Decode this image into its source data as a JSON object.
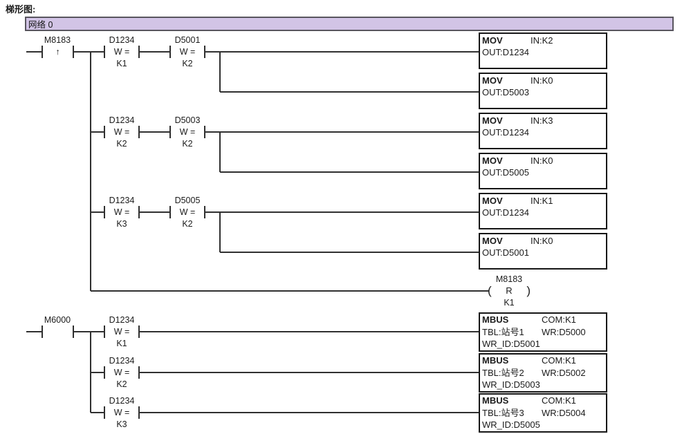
{
  "title": "梯形图:",
  "network": {
    "label": "网络 0"
  },
  "colors": {
    "bar_fill": "#d2c4e6",
    "bar_border": "#58555e",
    "wire": "#2f2f2f"
  },
  "top": {
    "edge": {
      "label": "M8183",
      "symbol": "↑"
    },
    "rows": [
      {
        "c1": {
          "label": "D1234",
          "op": "W =",
          "val": "K1"
        },
        "c2": {
          "label": "D5001",
          "op": "W =",
          "val": "K2"
        },
        "b1": {
          "name": "MOV",
          "arg": "IN:K2",
          "out": "OUT:D1234"
        },
        "b2": {
          "name": "MOV",
          "arg": "IN:K0",
          "out": "OUT:D5003"
        }
      },
      {
        "c1": {
          "label": "D1234",
          "op": "W =",
          "val": "K2"
        },
        "c2": {
          "label": "D5003",
          "op": "W =",
          "val": "K2"
        },
        "b1": {
          "name": "MOV",
          "arg": "IN:K3",
          "out": "OUT:D1234"
        },
        "b2": {
          "name": "MOV",
          "arg": "IN:K0",
          "out": "OUT:D5005"
        }
      },
      {
        "c1": {
          "label": "D1234",
          "op": "W =",
          "val": "K3"
        },
        "c2": {
          "label": "D5005",
          "op": "W =",
          "val": "K2"
        },
        "b1": {
          "name": "MOV",
          "arg": "IN:K1",
          "out": "OUT:D1234"
        },
        "b2": {
          "name": "MOV",
          "arg": "IN:K0",
          "out": "OUT:D5001"
        }
      }
    ],
    "coil": {
      "label": "M8183",
      "open": "(",
      "symbol": "R",
      "close": ")",
      "val": "K1"
    }
  },
  "bottom": {
    "edge": {
      "label": "M6000"
    },
    "rows": [
      {
        "c": {
          "label": "D1234",
          "op": "W =",
          "val": "K1"
        },
        "b": {
          "name": "MBUS",
          "com": "COM:K1",
          "tbl": "TBL:站号1",
          "wr": "WR:D5000",
          "wrid": "WR_ID:D5001"
        }
      },
      {
        "c": {
          "label": "D1234",
          "op": "W =",
          "val": "K2"
        },
        "b": {
          "name": "MBUS",
          "com": "COM:K1",
          "tbl": "TBL:站号2",
          "wr": "WR:D5002",
          "wrid": "WR_ID:D5003"
        }
      },
      {
        "c": {
          "label": "D1234",
          "op": "W =",
          "val": "K3"
        },
        "b": {
          "name": "MBUS",
          "com": "COM:K1",
          "tbl": "TBL:站号3",
          "wr": "WR:D5004",
          "wrid": "WR_ID:D5005"
        }
      }
    ]
  }
}
